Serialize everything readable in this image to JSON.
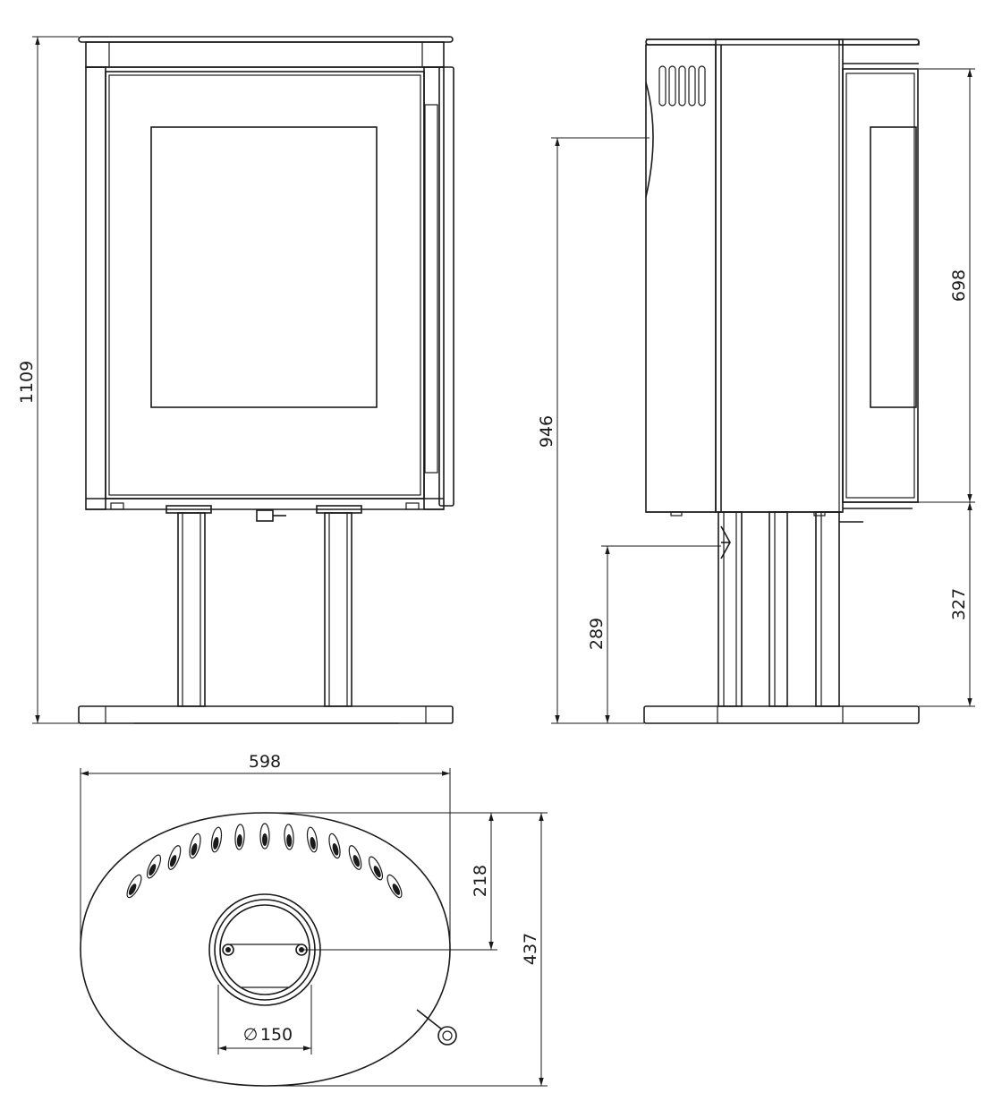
{
  "dimensions": {
    "total_height": "1109",
    "handle_height": "946",
    "leg_height": "289",
    "side_window_height": "698",
    "base_to_body": "327",
    "width": "598",
    "depth": "437",
    "rear_to_flue": "218",
    "flue_diameter": "150",
    "diameter_symbol": "∅"
  },
  "colors": {
    "line": "#1a1a1a",
    "background": "#ffffff"
  }
}
